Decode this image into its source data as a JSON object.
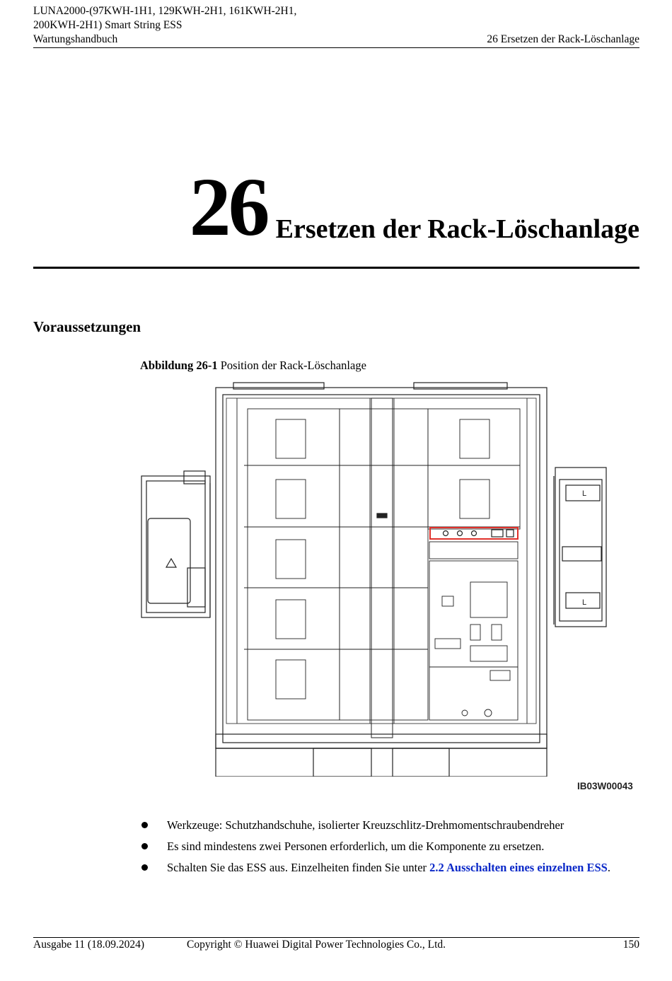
{
  "header": {
    "line1": "LUNA2000-(97KWH-1H1, 129KWH-2H1, 161KWH-2H1,",
    "line2": "200KWH-2H1) Smart String ESS",
    "manual": "Wartungshandbuch",
    "chapter_ref": "26 Ersetzen der Rack-Löschanlage"
  },
  "chapter": {
    "number": "26",
    "title": "Ersetzen der Rack-Löschanlage"
  },
  "section_title": "Voraussetzungen",
  "figure": {
    "label": "Abbildung 26-1",
    "caption": "Position der Rack-Löschanlage",
    "code": "IB03W00043",
    "panel_letter": "L",
    "highlight_color": "#e0302a"
  },
  "bullets": [
    {
      "text": "Werkzeuge: Schutzhandschuhe, isolierter Kreuzschlitz-Drehmomentschraubendreher"
    },
    {
      "text": "Es sind mindestens zwei Personen erforderlich, um die Komponente zu ersetzen."
    },
    {
      "pre": "Schalten Sie das ESS aus. Einzelheiten finden Sie unter ",
      "link": "2.2 Ausschalten eines einzelnen ESS",
      "post": "."
    }
  ],
  "footer": {
    "edition": "Ausgabe 11 (18.09.2024)",
    "copyright": "Copyright © Huawei Digital Power Technologies Co., Ltd.",
    "page": "150"
  }
}
